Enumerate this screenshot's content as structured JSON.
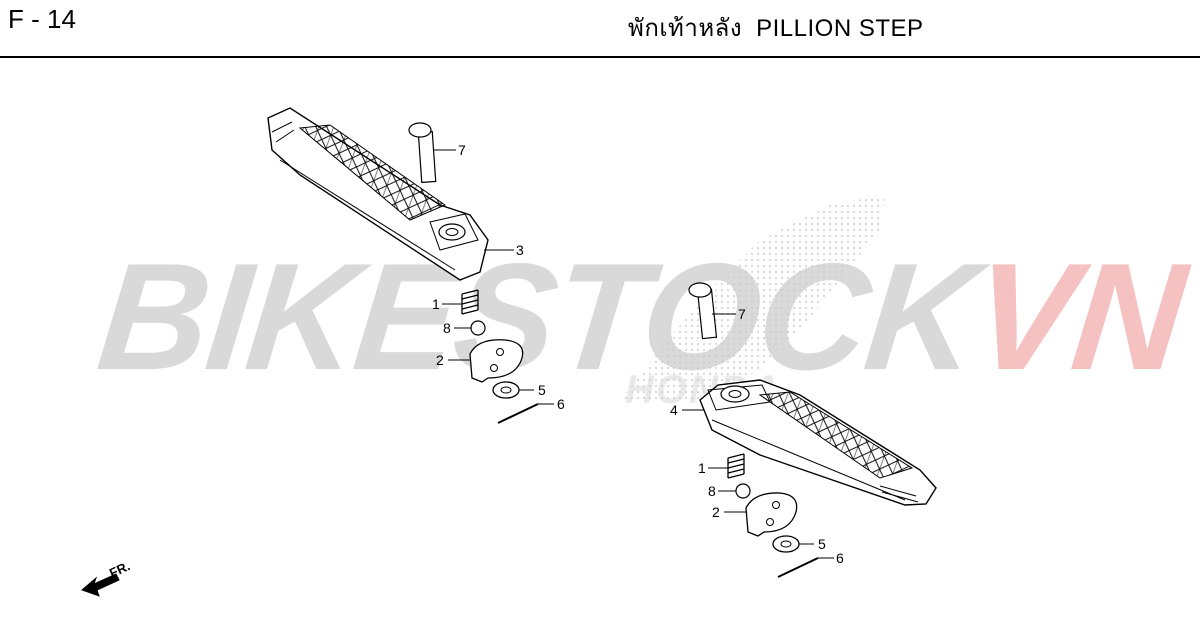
{
  "header": {
    "code": "F - 14",
    "title_th": "พักเท้าหลัง",
    "title_en": "PILLION STEP"
  },
  "watermark": {
    "main": "BIKESTOCK",
    "accent": "VN",
    "wing_text": "HONDA",
    "accent_color": "#f5c1c1",
    "main_color": "#d9d9d9"
  },
  "parts_left": [
    {
      "id": "7",
      "label": "7"
    },
    {
      "id": "3",
      "label": "3"
    },
    {
      "id": "1",
      "label": "1"
    },
    {
      "id": "8",
      "label": "8"
    },
    {
      "id": "2",
      "label": "2"
    },
    {
      "id": "5",
      "label": "5"
    },
    {
      "id": "6",
      "label": "6"
    }
  ],
  "parts_right": [
    {
      "id": "7",
      "label": "7"
    },
    {
      "id": "4",
      "label": "4"
    },
    {
      "id": "1",
      "label": "1"
    },
    {
      "id": "8",
      "label": "8"
    },
    {
      "id": "2",
      "label": "2"
    },
    {
      "id": "5",
      "label": "5"
    },
    {
      "id": "6",
      "label": "6"
    }
  ],
  "direction": {
    "label": "FR.",
    "icon": "front-arrow-icon"
  }
}
